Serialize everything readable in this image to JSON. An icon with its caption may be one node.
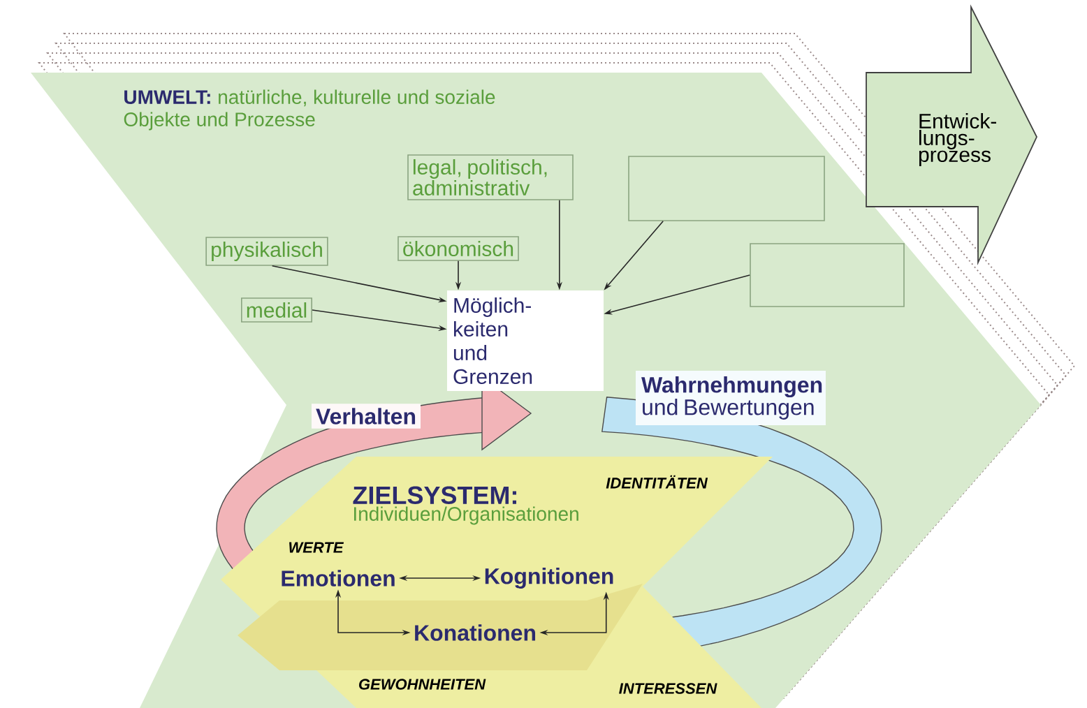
{
  "diagram": {
    "nodes": [
      {
        "text": [
          "UMWELT:",
          "natürliche, kulturelle und soziale Objekte und Prozesse"
        ]
      },
      {
        "text": [
          "Entwick- lungs- prozess"
        ]
      },
      {
        "text": [
          "legal, politisch, administrativ"
        ],
        "in": 0
      },
      {
        "text": [],
        "shape": "box",
        "in": 0
      },
      {
        "text": [
          "physikalisch"
        ],
        "in": 0
      },
      {
        "text": [
          "ökonomisch"
        ],
        "in": 0
      },
      {
        "text": [],
        "shape": "box",
        "in": 0
      },
      {
        "text": [
          "medial"
        ],
        "in": 0
      },
      {
        "text": [
          "Möglich- keiten und Grenzen"
        ],
        "in": 0
      },
      {
        "text": [
          "Verhalten"
        ],
        "in": 0
      },
      {
        "text": [
          "**Wahrnehmungen** und Bewertungen"
        ],
        "in": 0
      },
      {
        "text": [
          "ZIELSYSTEM:",
          "Individuen/Organisationen"
        ],
        "in": 0
      },
      {
        "text": [
          "Emotionen"
        ],
        "in": 11
      },
      {
        "text": [
          "Kognitionen"
        ],
        "in": 11
      },
      {
        "text": [
          "Konationen"
        ],
        "in": 11
      }
    ],
    "edges": [
      {
        "from": 4,
        "to": 8,
        "arrow": "to"
      },
      {
        "from": 5,
        "to": 8,
        "arrow": "to"
      },
      {
        "from": 2,
        "to": 8,
        "arrow": "to"
      },
      {
        "from": 3,
        "to": 8,
        "arrow": "to"
      },
      {
        "from": 6,
        "to": 8,
        "arrow": "to"
      },
      {
        "from": 7,
        "to": 8,
        "arrow": "to"
      },
      {
        "from": 12,
        "to": 13,
        "arrow": "both"
      },
      {
        "from": 12,
        "to": 14,
        "arrow": "both"
      },
      {
        "from": 14,
        "to": 13,
        "arrow": "both"
      }
    ],
    "labels": [
      "WERTE",
      "IDENTITÄTEN",
      "GEWOHNHEITEN",
      "INTERESSEN"
    ]
  }
}
